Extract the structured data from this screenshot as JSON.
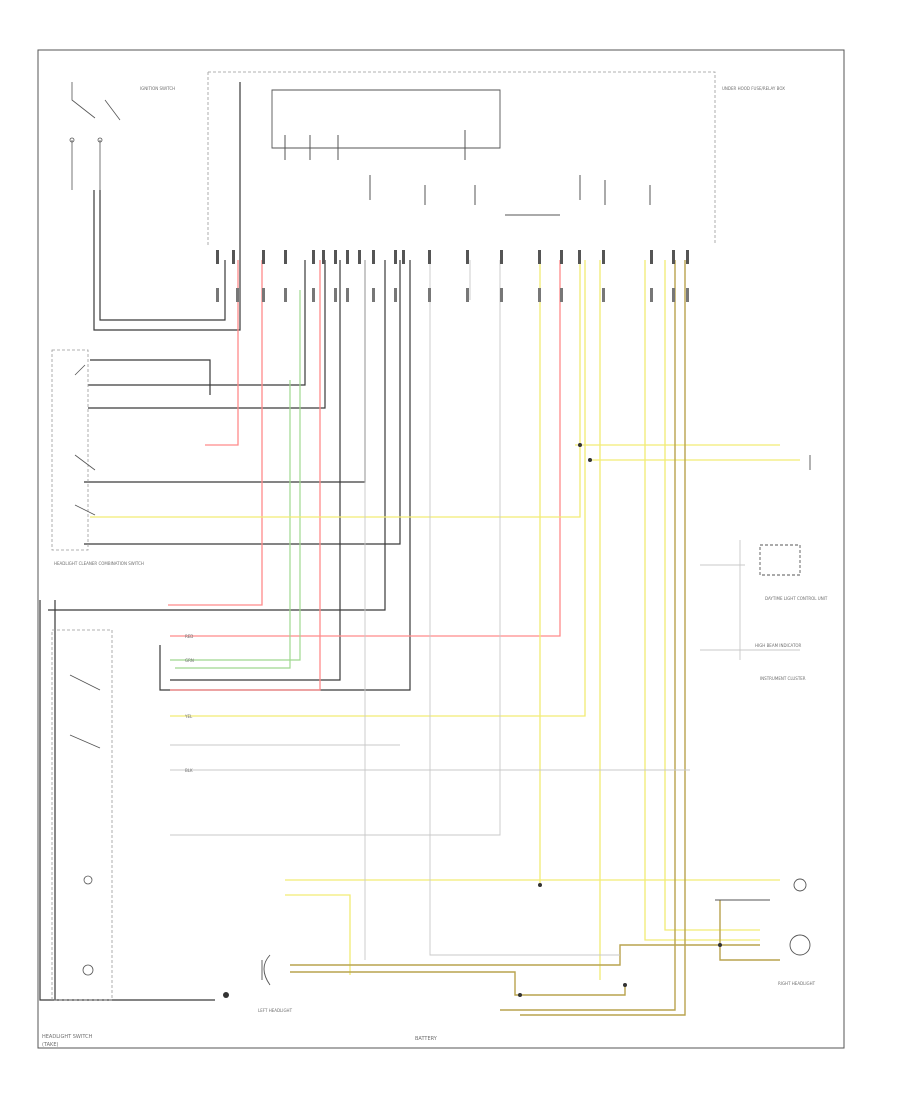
{
  "labels": {
    "footer_left_1": "HEADLIGHT SWITCH",
    "footer_left_2": "(TAKE)",
    "footer_center": "BATTERY",
    "junction_block_label": "UNDER HOOD FUSE/RELAY BOX",
    "left_headlight": "LEFT HEADLIGHT",
    "right_headlight": "RIGHT HEADLIGHT",
    "headlight_cleaner_switch": "HEADLIGHT CLEANER COMBINATION SWITCH",
    "high_beam_indicator": "HIGH BEAM INDICATOR",
    "instrument_cluster": "INSTRUMENT CLUSTER",
    "ignition_switch": "IGNITION SWITCH",
    "daytime_light_control": "DAYTIME LIGHT CONTROL UNIT",
    "wire_code_yel": "YEL",
    "wire_code_blk": "BLK",
    "wire_code_red": "RED",
    "wire_code_grn": "GRN"
  },
  "colors": {
    "wire_black": "#3a3a3a",
    "wire_red": "#ff8a8a",
    "wire_yellow": "#f2ec74",
    "wire_green": "#9fd88f",
    "wire_olive": "#b9a34e",
    "wire_grey": "#c8c8c8",
    "frame": "#555555"
  }
}
